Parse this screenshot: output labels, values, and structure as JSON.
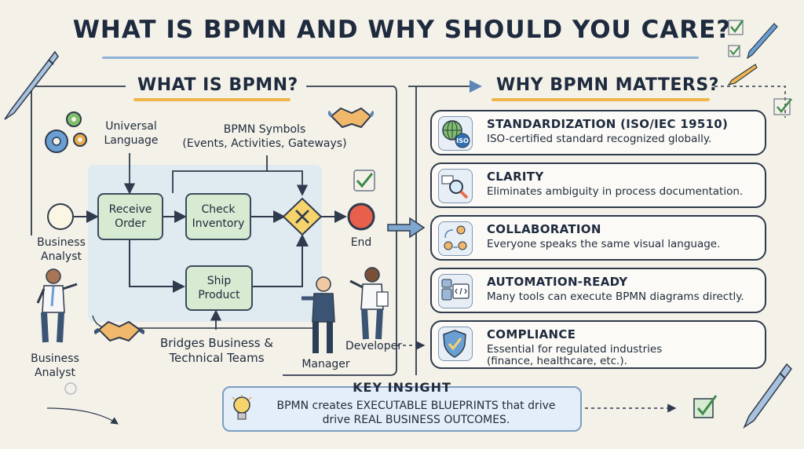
{
  "title": "WHAT IS BPMN AND WHY SHOULD YOU CARE?",
  "left": {
    "heading": "WHAT IS BPMN?",
    "universal_language": "Universal\nLanguage",
    "symbols": "BPMN Symbols\n(Events, Activities, Gateways)",
    "tasks": {
      "receive_order": "Receive\nOrder",
      "check_inventory": "Check\nInventory",
      "ship_product": "Ship\nProduct"
    },
    "end_label": "End",
    "business_analyst_top": "Business\nAnalyst",
    "business_analyst_bottom": "Business\nAnalyst",
    "bridges": "Bridges Business &\nTechnical Teams",
    "manager": "Manager",
    "developer": "Developer"
  },
  "right": {
    "heading": "WHY BPMN MATTERS?",
    "cards": [
      {
        "title": "STANDARDIZATION (ISO/IEC 19510)",
        "desc": "ISO-certified standard recognized globally.",
        "icon": "globe-iso-icon",
        "badge": "ISO"
      },
      {
        "title": "CLARITY",
        "desc": "Eliminates ambiguity in process documentation.",
        "icon": "magnifier-icon"
      },
      {
        "title": "COLLABORATION",
        "desc": "Everyone speaks the same visual language.",
        "icon": "people-cycle-icon"
      },
      {
        "title": "AUTOMATION-READY",
        "desc": "Many tools can execute BPMN diagrams directly.",
        "icon": "robot-code-icon"
      },
      {
        "title": "COMPLIANCE",
        "desc": "Essential for regulated industries\n(finance, healthcare, etc.).",
        "icon": "shield-check-icon"
      }
    ]
  },
  "insight": {
    "title": "KEY INSIGHT",
    "text": "BPMN creates EXECUTABLE BLUEPRINTS that drive\ndrive REAL BUSINESS OUTCOMES.",
    "icon": "lightbulb-icon"
  },
  "colors": {
    "accent_underline": "#f0b54a",
    "task_fill": "#d6ebd2",
    "gateway_fill": "#f6d36b",
    "end_event": "#e8604c",
    "check_green": "#3e8a4a",
    "insight_fill": "#e4eef8"
  }
}
